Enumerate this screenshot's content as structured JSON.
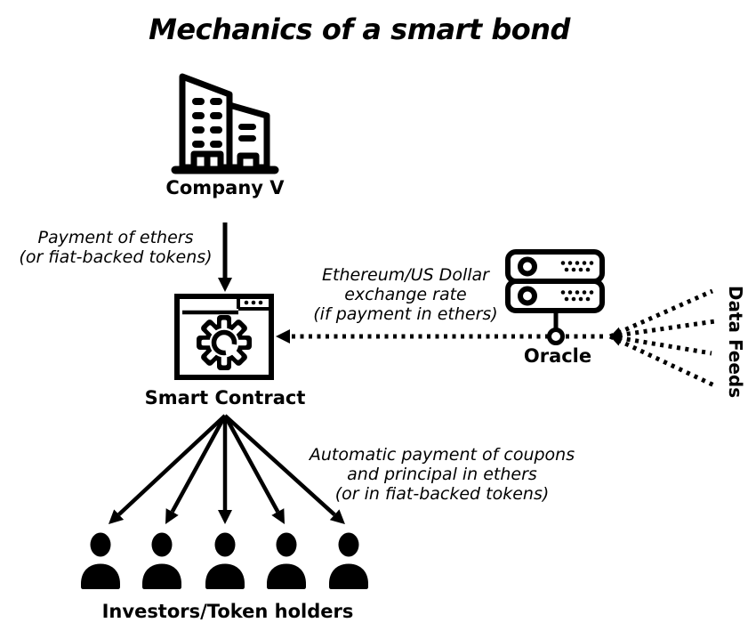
{
  "title": "Mechanics of a smart bond",
  "colors": {
    "ink": "#000000",
    "background": "#ffffff"
  },
  "nodes": {
    "company": {
      "label": "Company V",
      "icon": "building-icon"
    },
    "smart_contract": {
      "label": "Smart Contract",
      "icon": "browser-gear-icon"
    },
    "oracle": {
      "label": "Oracle",
      "icon": "server-icon"
    },
    "data_feeds": {
      "label": "Data Feeds",
      "icon": "dotted-fan-lines"
    },
    "investors": {
      "label": "Investors/Token holders",
      "icon": "person-icon",
      "count": 5
    }
  },
  "edges": {
    "payment": {
      "from": "company",
      "to": "smart_contract",
      "style": "solid-arrow",
      "lines": [
        "Payment of ethers",
        "(or fiat-backed tokens)"
      ]
    },
    "exchange_rate": {
      "from": "oracle",
      "to": "smart_contract",
      "style": "dotted-arrow",
      "lines": [
        "Ethereum/US Dollar",
        "exchange rate",
        "(if payment in ethers)"
      ]
    },
    "coupon_payment": {
      "from": "smart_contract",
      "to": "investors",
      "style": "solid-arrows-fan",
      "lines": [
        "Automatic payment of coupons",
        "and principal in ethers",
        "(or in fiat-backed tokens)"
      ]
    },
    "data_feed_input": {
      "from": "data_feeds",
      "to": "oracle",
      "style": "dotted-fan"
    }
  }
}
